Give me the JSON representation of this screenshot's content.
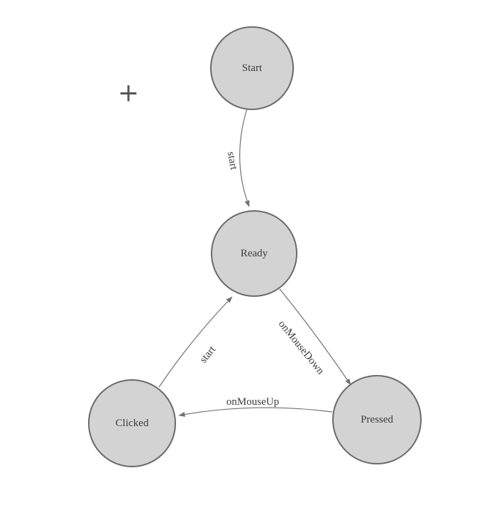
{
  "colors": {
    "bg": "#ffffff",
    "node-fill": "#d3d3d3",
    "node-stroke": "#6a6a6a",
    "edge-stroke": "#707070",
    "label-color": "#3c3c3c",
    "plus-color": "#555555"
  },
  "canvas": {
    "plus_icon": "+"
  },
  "nodes": [
    {
      "id": "start",
      "label": "Start"
    },
    {
      "id": "ready",
      "label": "Ready"
    },
    {
      "id": "clicked",
      "label": "Clicked"
    },
    {
      "id": "pressed",
      "label": "Pressed"
    }
  ],
  "edges": [
    {
      "from": "start",
      "to": "ready",
      "label": "start"
    },
    {
      "from": "ready",
      "to": "pressed",
      "label": "onMouseDown"
    },
    {
      "from": "pressed",
      "to": "clicked",
      "label": "onMouseUp"
    },
    {
      "from": "clicked",
      "to": "ready",
      "label": "start"
    }
  ]
}
